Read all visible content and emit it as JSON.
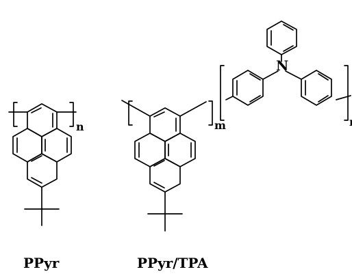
{
  "labels": {
    "left_name": "PPyr",
    "right_name": "PPyr/TPA",
    "left_index": "n",
    "right_index_m": "m",
    "right_index_n": "n",
    "nitrogen": "N"
  },
  "structures": {
    "left": {
      "name": "PPyr",
      "core": "pyrene",
      "substituent": "tert-butyl"
    },
    "right": {
      "name": "PPyr/TPA",
      "units": [
        "pyrene (tert-butyl)",
        "triphenylamine"
      ]
    }
  }
}
